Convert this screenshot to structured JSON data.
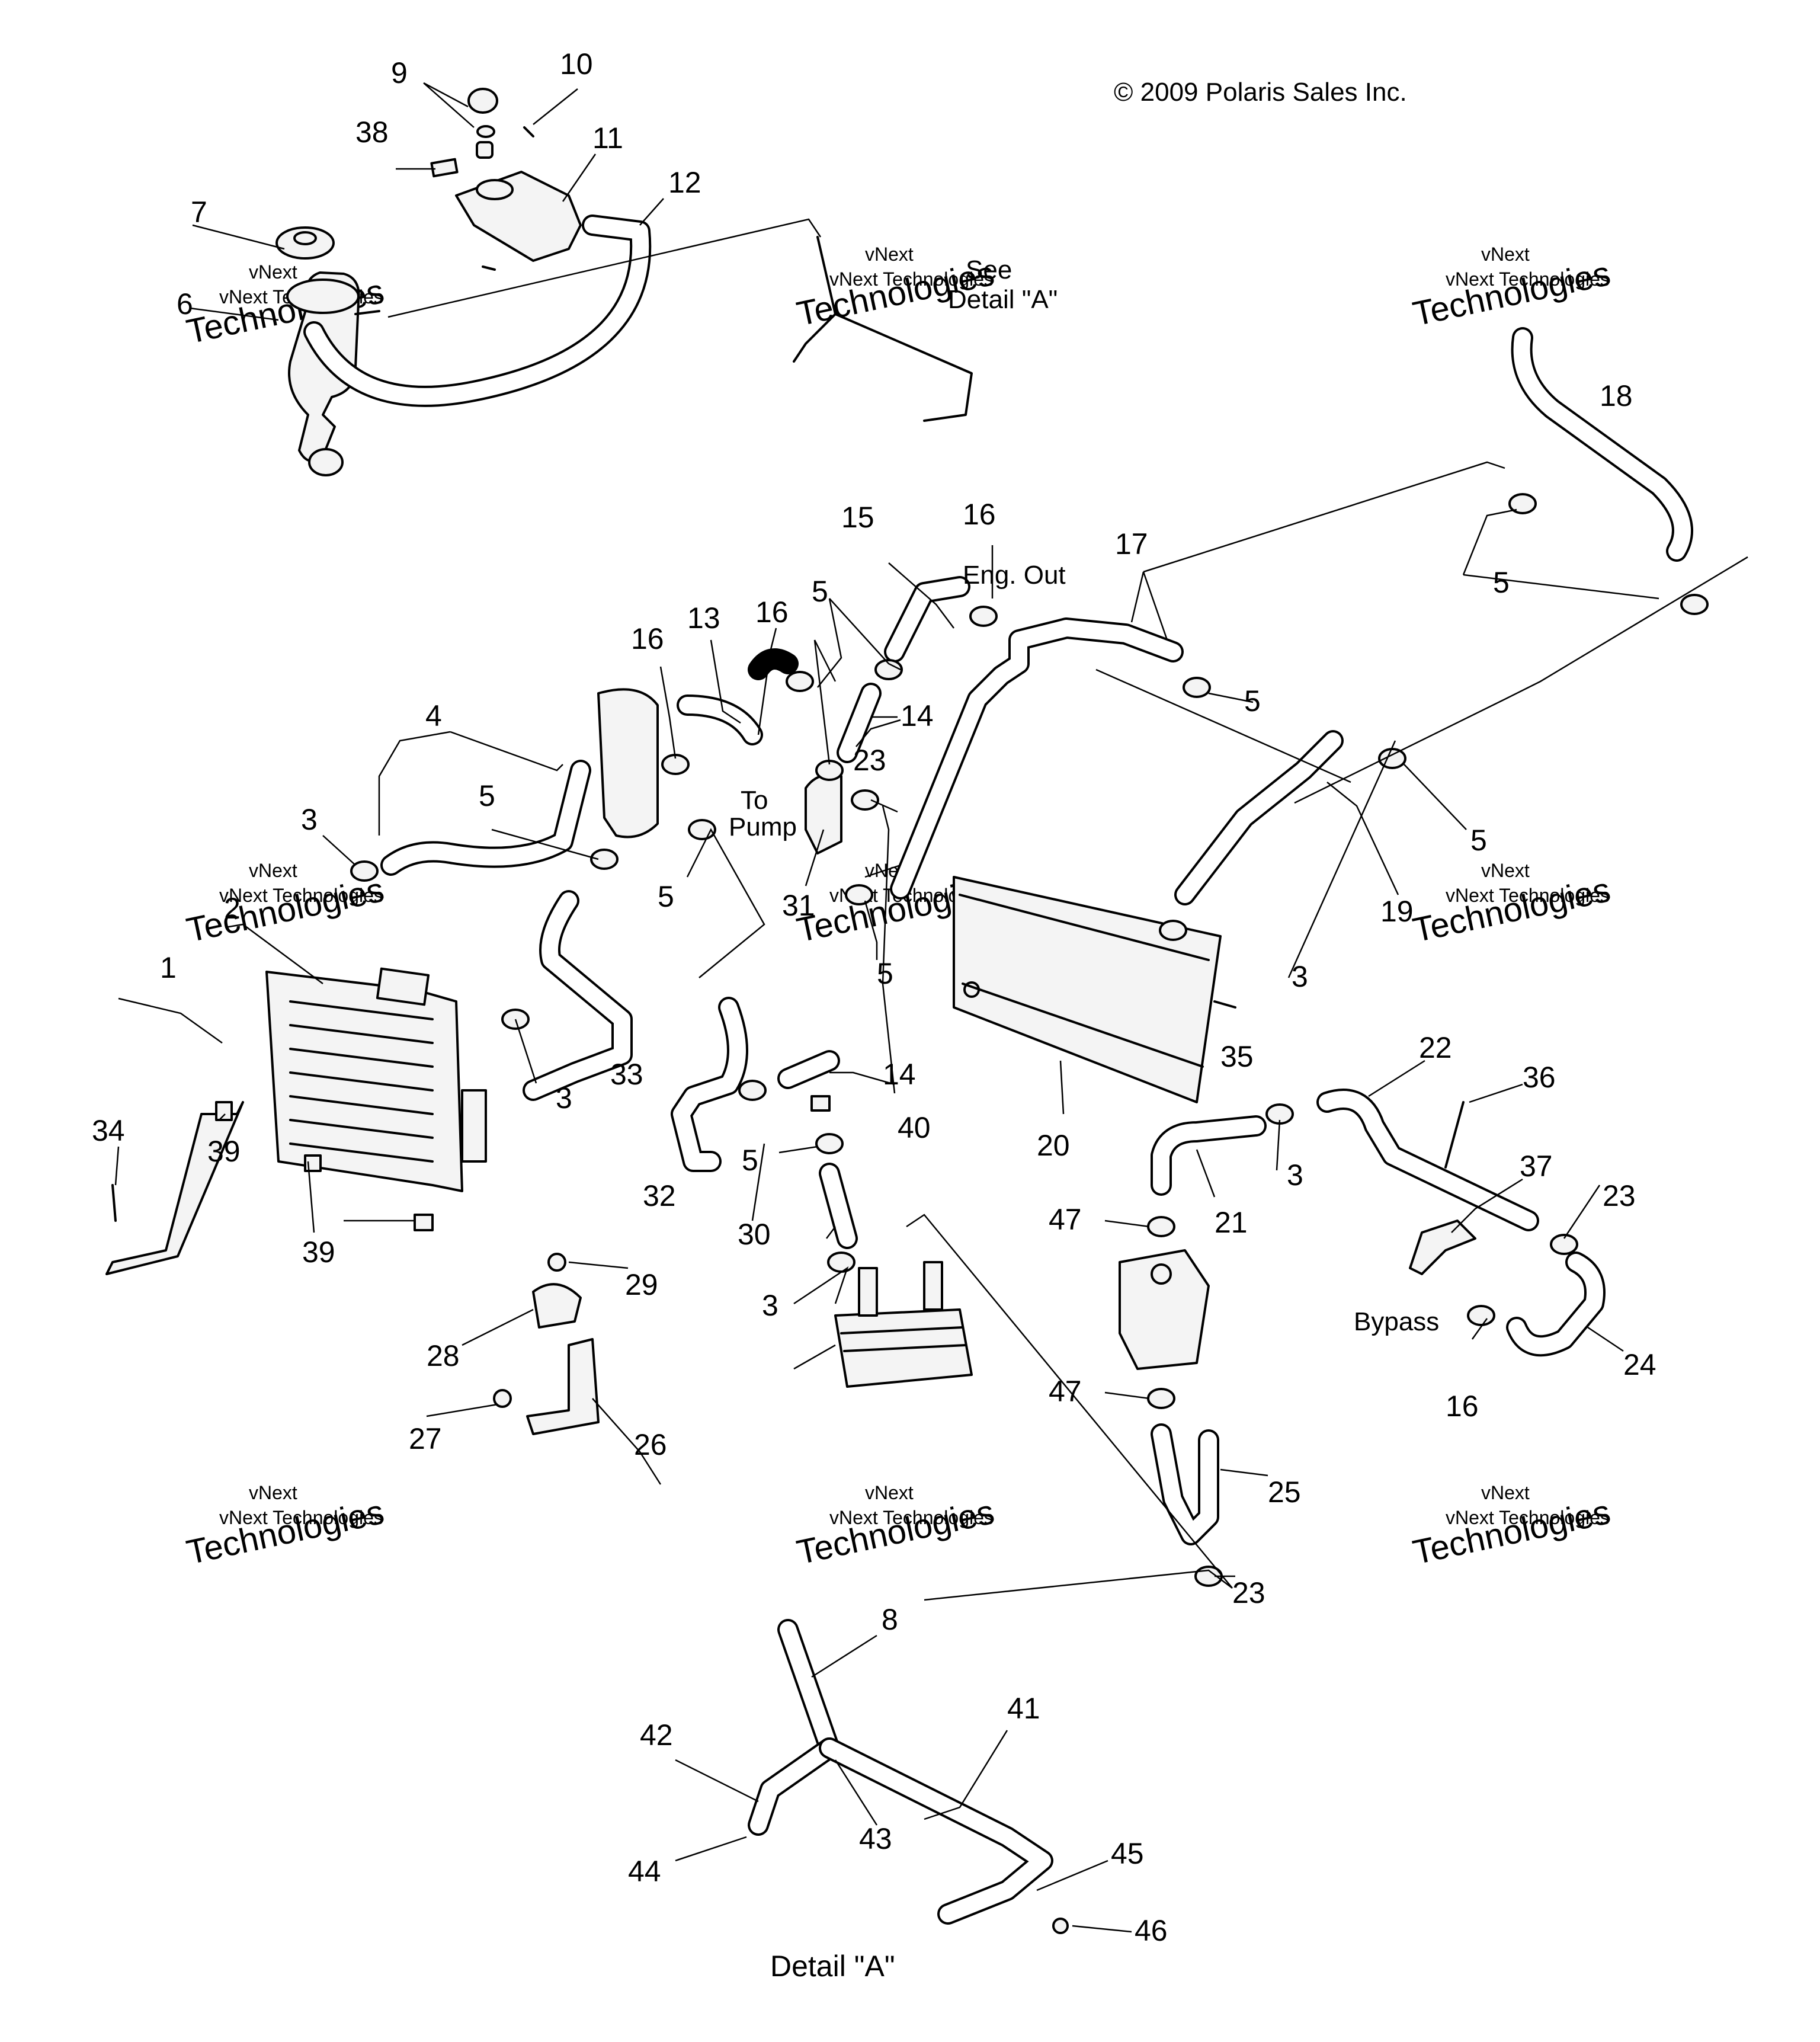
{
  "copyright": "© 2009 Polaris Sales Inc.",
  "notes": {
    "see_detail_line1": "See",
    "see_detail_line2": "Detail \"A\"",
    "eng_out": "Eng. Out",
    "to": "To",
    "pump": "Pump",
    "bypass": "Bypass",
    "detail_a": "Detail \"A\""
  },
  "watermark": {
    "line1": "vNext",
    "line2": "vNext Technologies",
    "line3": "Technologies"
  },
  "callouts": {
    "c1": "1",
    "c2": "2",
    "c3a": "3",
    "c3b": "3",
    "c3c": "3",
    "c3d": "3",
    "c3e": "3",
    "c4": "4",
    "c5a": "5",
    "c5b": "5",
    "c5c": "5",
    "c5d": "5",
    "c5e": "5",
    "c5f": "5",
    "c5g": "5",
    "c5h": "5",
    "c6": "6",
    "c7": "7",
    "c8": "8",
    "c9": "9",
    "c10": "10",
    "c11": "11",
    "c12": "12",
    "c13": "13",
    "c14a": "14",
    "c14b": "14",
    "c15": "15",
    "c16a": "16",
    "c16b": "16",
    "c16c": "16",
    "c16d": "16",
    "c17": "17",
    "c18": "18",
    "c19": "19",
    "c20": "20",
    "c21": "21",
    "c22": "22",
    "c23a": "23",
    "c23b": "23",
    "c23c": "23",
    "c24": "24",
    "c25": "25",
    "c26": "26",
    "c27": "27",
    "c28": "28",
    "c29": "29",
    "c30": "30",
    "c31": "31",
    "c32": "32",
    "c33": "33",
    "c34": "34",
    "c35": "35",
    "c36": "36",
    "c37": "37",
    "c38": "38",
    "c39a": "39",
    "c39b": "39",
    "c40": "40",
    "c41": "41",
    "c42": "42",
    "c43": "43",
    "c44": "44",
    "c45": "45",
    "c46": "46",
    "c47a": "47",
    "c47b": "47"
  }
}
